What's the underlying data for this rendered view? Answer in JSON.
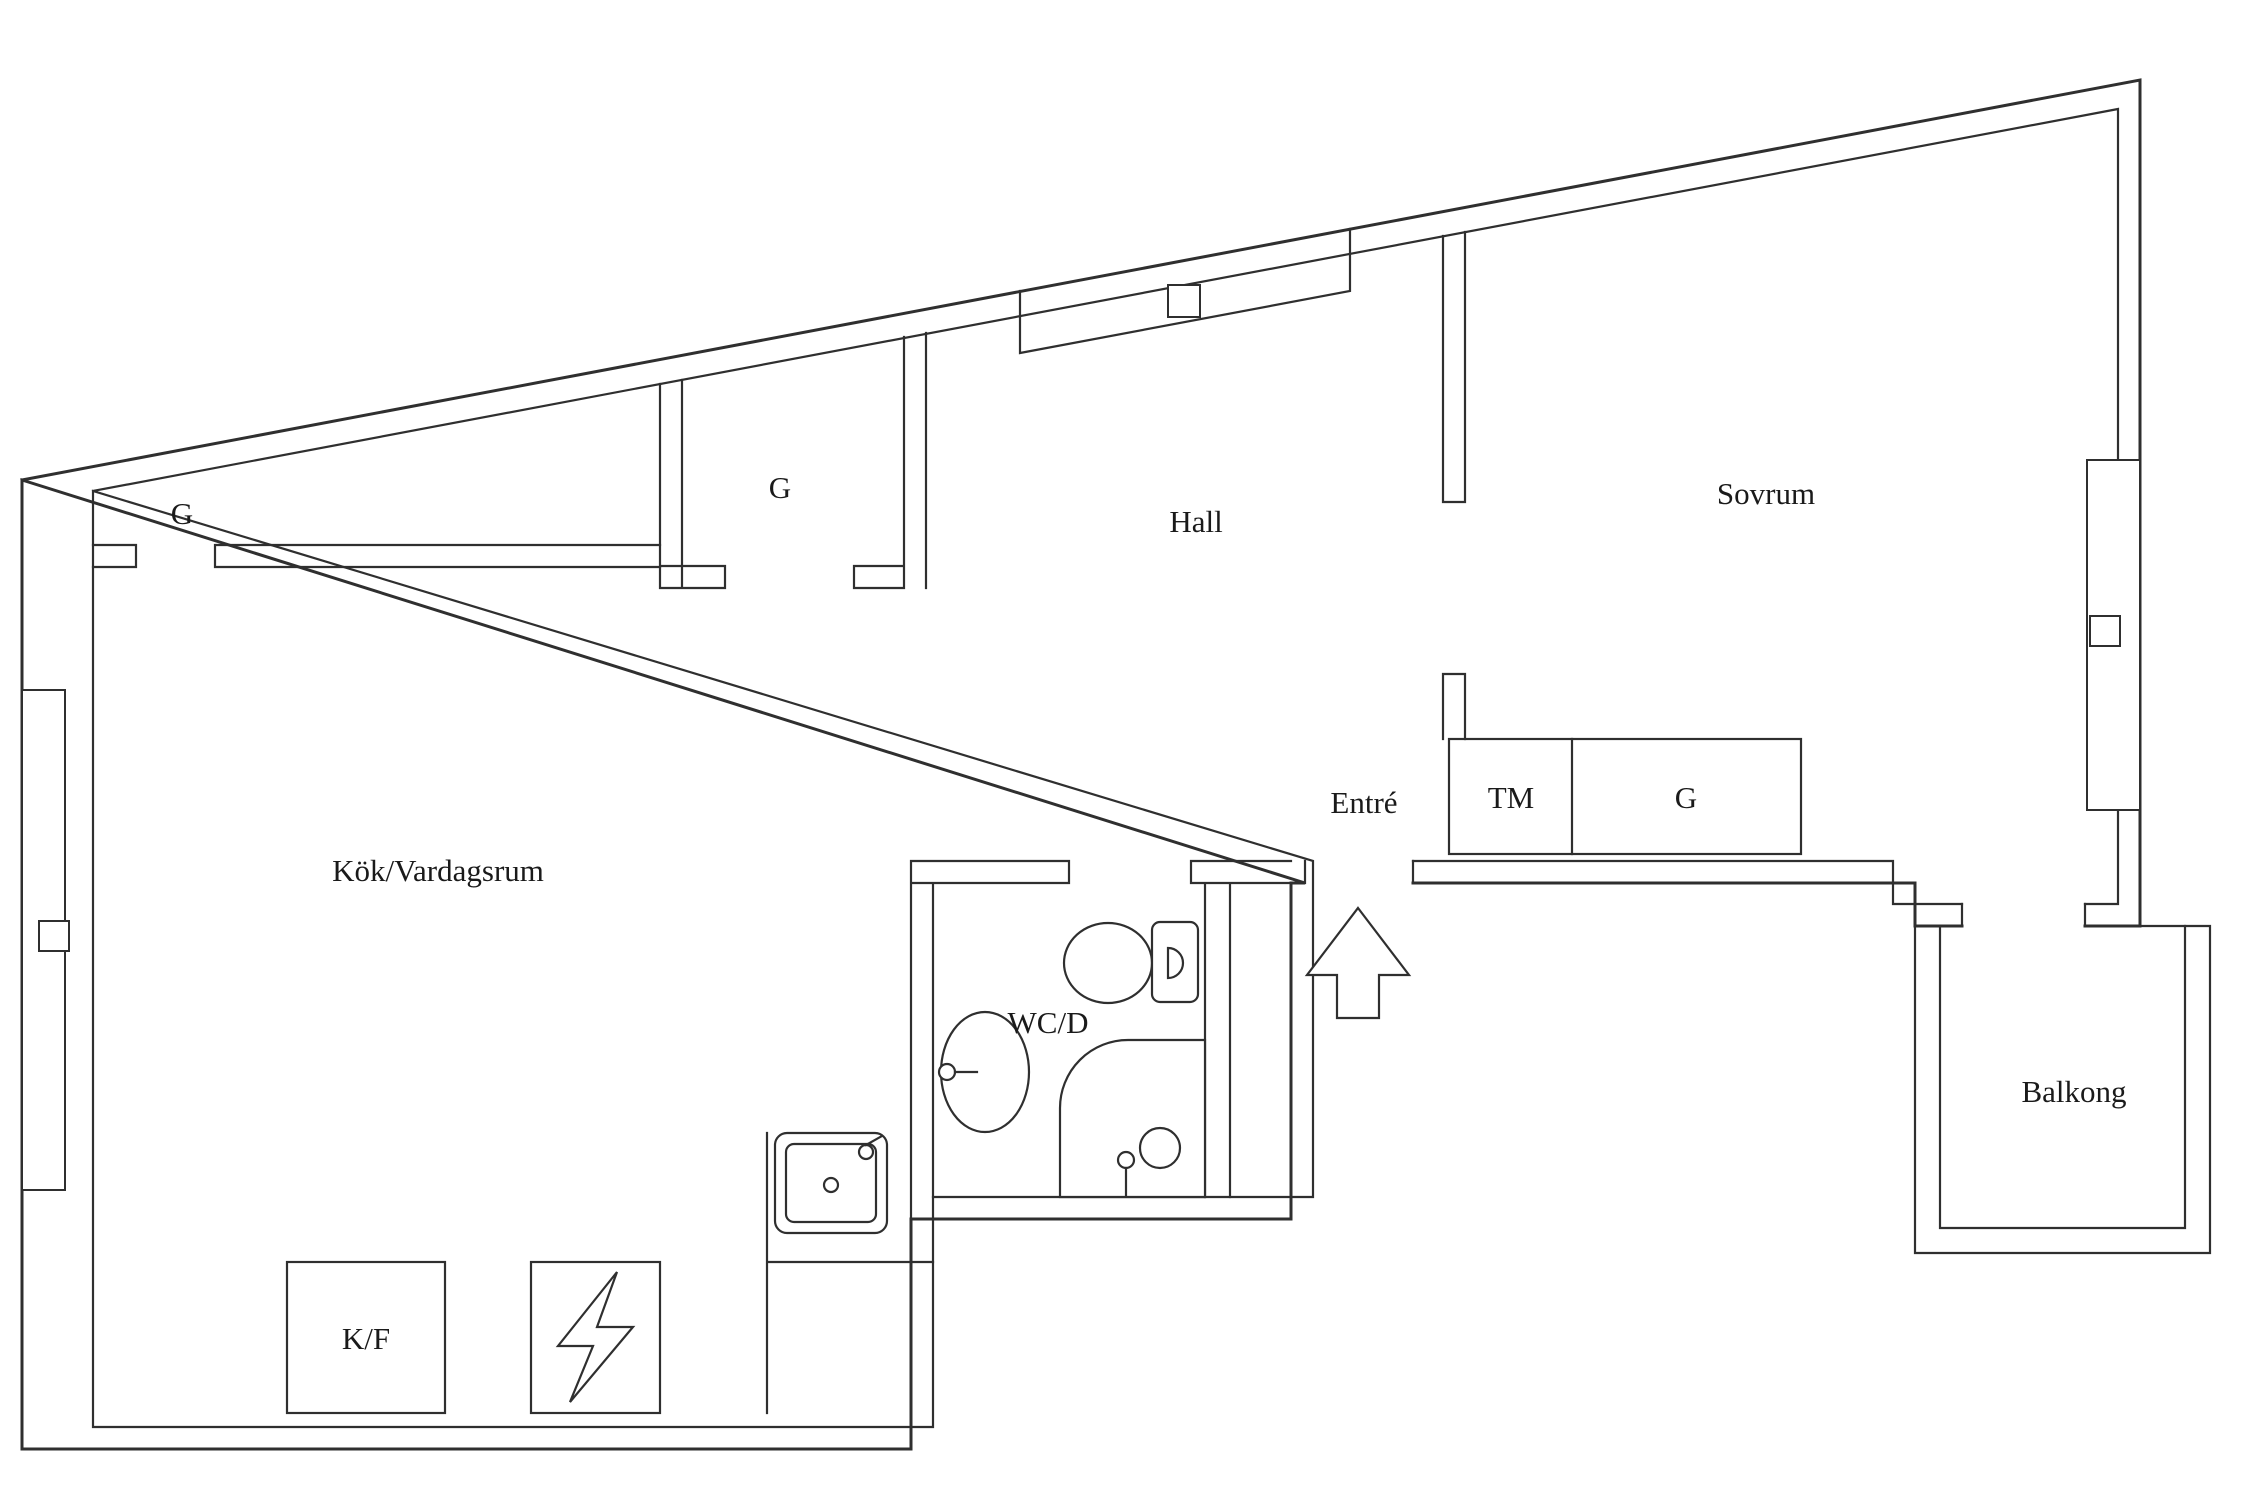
{
  "title": "Apartment floor plan",
  "colors": {
    "line": "#2f2f2f",
    "text": "#1a1a1a",
    "background": "#ffffff"
  },
  "rooms": {
    "kitchen_living": "Kök/Vardagsrum",
    "hall": "Hall",
    "bedroom": "Sovrum",
    "entry": "Entré",
    "wc_shower": "WC/D",
    "balcony": "Balkong",
    "fridge_freezer": "K/F",
    "washing_machine": "TM",
    "closet_top_left": "G",
    "closet_hall": "G",
    "closet_entry": "G"
  }
}
